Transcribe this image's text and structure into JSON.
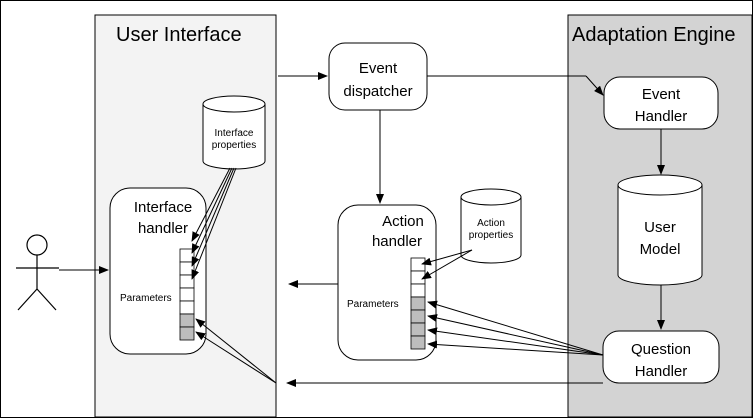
{
  "panels": {
    "ui_title": "User Interface",
    "ae_title": "Adaptation Engine"
  },
  "nodes": {
    "event_dispatcher": [
      "Event",
      "dispatcher"
    ],
    "event_handler": [
      "Event",
      "Handler"
    ],
    "user_model": [
      "User",
      "Model"
    ],
    "question_handler": [
      "Question",
      "Handler"
    ],
    "interface_handler": [
      "Interface",
      "handler"
    ],
    "action_handler": [
      "Action",
      "handler"
    ],
    "interface_properties": [
      "Interface",
      "properties"
    ],
    "action_properties": [
      "Action",
      "properties"
    ]
  },
  "labels": {
    "ui_parameters": "Parameters",
    "ah_parameters": "Parameters"
  },
  "colors": {
    "adaptation_panel": "#d3d3d3",
    "ui_panel": "#f3f3f3",
    "node_fill": "#ffffff",
    "param_shaded": "#bdbdbd",
    "stroke": "#000000"
  }
}
